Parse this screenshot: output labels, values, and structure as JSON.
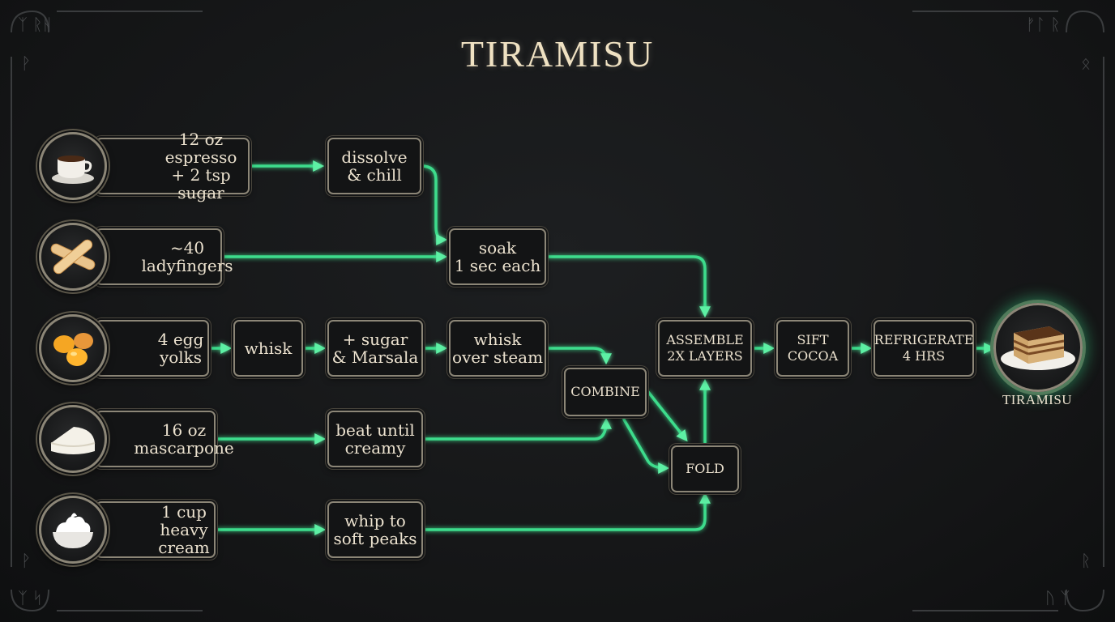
{
  "title": "TIRAMISU",
  "colors": {
    "accent_glow": "#3ddc8c",
    "text": "#ece2cf",
    "border": "#8c8677",
    "background": "#141516"
  },
  "ingredients": {
    "espresso": {
      "label": "12 oz espresso\n+ 2 tsp sugar",
      "icon": "espresso-cup-icon"
    },
    "ladyfingers": {
      "label": "~40\nladyfingers",
      "icon": "ladyfinger-icon"
    },
    "eggs": {
      "label": "4 egg\nyolks",
      "icon": "egg-yolk-icon"
    },
    "mascarpone": {
      "label": "16 oz\nmascarpone",
      "icon": "mascarpone-cheese-icon"
    },
    "cream": {
      "label": "1 cup\nheavy cream",
      "icon": "whipped-cream-icon"
    }
  },
  "steps": {
    "dissolve": "dissolve\n& chill",
    "soak": "soak\n1 sec each",
    "whisk": "whisk",
    "sugar_marsala": "+ sugar\n& Marsala",
    "whisk_steam": "whisk\nover steam",
    "beat": "beat until\ncreamy",
    "whip": "whip to\nsoft peaks",
    "combine": "COMBINE",
    "fold": "FOLD",
    "assemble": "ASSEMBLE\n2X LAYERS",
    "sift": "SIFT\nCOCOA",
    "refrigerate": "REFRIGERATE\n4 HRS"
  },
  "final": {
    "label": "TIRAMISU",
    "icon": "tiramisu-slice-icon"
  },
  "runes": {
    "tl": "ᛉ ᚱᚺ",
    "tl2": "ᚹ",
    "tr": "ᚠᛚ ᚱ",
    "tr2": "ᛟ",
    "bl": "ᚹ",
    "bl2": "ᛉ ᛋ",
    "br": "ᚱ",
    "br2": "ᚢ ᛉ"
  }
}
